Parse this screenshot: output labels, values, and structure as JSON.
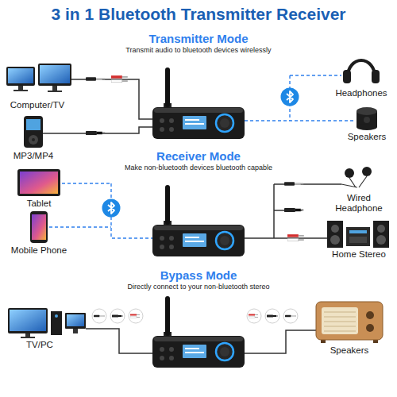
{
  "diagram": {
    "title": "3 in 1 Bluetooth Transmitter Receiver",
    "labels": [
      "Transmitter Mode",
      "Transmit audio to bluetooth devices wirelessly",
      "Computer/TV",
      "MP3/MP4",
      "Headphones",
      "Speakers",
      "Receiver Mode",
      "Make non-bluetooth devices bluetooth capable",
      "Tablet",
      "Mobile Phone",
      "Wired Headphone",
      "Home Stereo",
      "Bypass Mode",
      "Directly connect to your non-bluetooth stereo",
      "TV/PC",
      "Speakers"
    ]
  }
}
